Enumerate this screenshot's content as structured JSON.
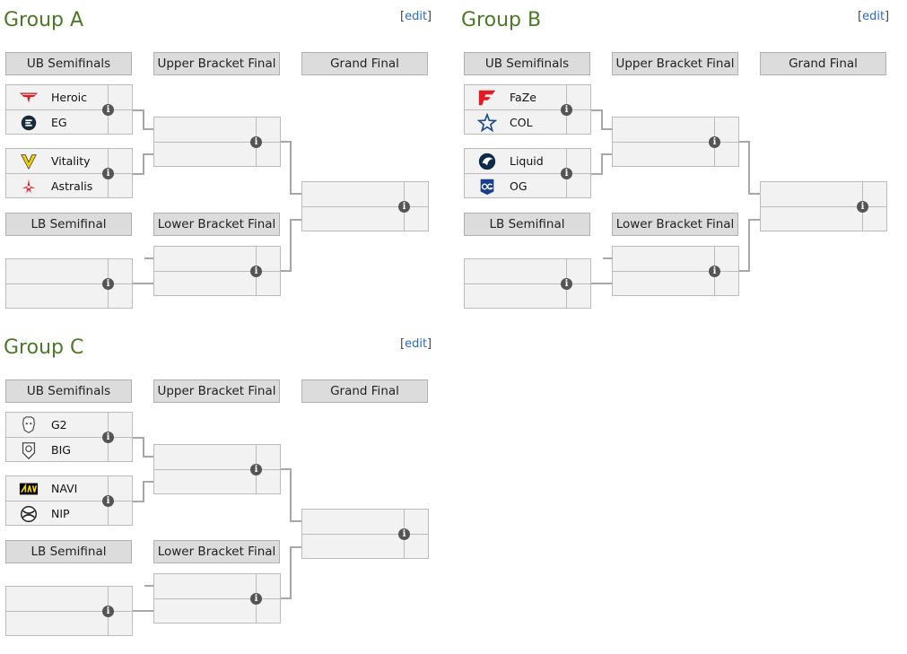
{
  "edit_label": "edit",
  "info_glyph": "i",
  "headers": {
    "ub_semifinals": "UB Semifinals",
    "upper_bracket_final": "Upper Bracket Final",
    "grand_final": "Grand Final",
    "lb_semifinal": "LB Semifinal",
    "lower_bracket_final": "Lower Bracket Final"
  },
  "groups": [
    {
      "title": "Group A",
      "ub_semis": [
        {
          "team1": {
            "name": "Heroic",
            "icon": "heroic-logo-icon",
            "color": "#d61f26"
          },
          "team2": {
            "name": "EG",
            "icon": "eg-logo-icon",
            "color": "#1a2a3a"
          }
        },
        {
          "team1": {
            "name": "Vitality",
            "icon": "vitality-logo-icon",
            "color": "#f5d000"
          },
          "team2": {
            "name": "Astralis",
            "icon": "astralis-logo-icon",
            "color": "#e3262b"
          }
        }
      ]
    },
    {
      "title": "Group B",
      "ub_semis": [
        {
          "team1": {
            "name": "FaZe",
            "icon": "faze-logo-icon",
            "color": "#e31b23"
          },
          "team2": {
            "name": "COL",
            "icon": "col-logo-icon",
            "color": "#1a4c8c"
          }
        },
        {
          "team1": {
            "name": "Liquid",
            "icon": "liquid-logo-icon",
            "color": "#0d2a47"
          },
          "team2": {
            "name": "OG",
            "icon": "og-logo-icon",
            "color": "#1b3f8f"
          }
        }
      ]
    },
    {
      "title": "Group C",
      "ub_semis": [
        {
          "team1": {
            "name": "G2",
            "icon": "g2-logo-icon",
            "color": "#555555"
          },
          "team2": {
            "name": "BIG",
            "icon": "big-logo-icon",
            "color": "#444444"
          }
        },
        {
          "team1": {
            "name": "NAVI",
            "icon": "navi-logo-icon",
            "color": "#f5d800"
          },
          "team2": {
            "name": "NIP",
            "icon": "nip-logo-icon",
            "color": "#222222"
          }
        }
      ]
    }
  ]
}
